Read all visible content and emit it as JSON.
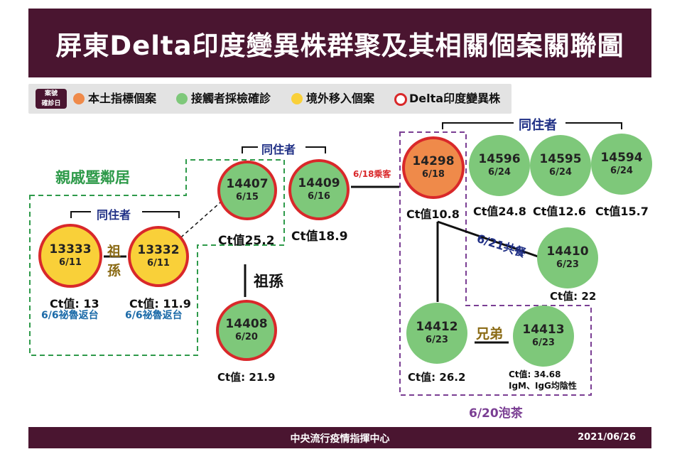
{
  "title": "屏東Delta印度變異株群聚及其相關個案關聯圖",
  "legend": {
    "key_line1": "案號",
    "key_line2": "確診日",
    "items": [
      {
        "label": "本土指標個案",
        "color": "#ef8a4a"
      },
      {
        "label": "接觸者採檢確診",
        "color": "#7ec87a"
      },
      {
        "label": "境外移入個案",
        "color": "#f9d039"
      },
      {
        "label": "Delta印度變異株",
        "color": "#d9282a"
      }
    ]
  },
  "groups": {
    "relatives": "親戚暨鄰居",
    "cohabit_left": "同住者",
    "cohabit_mid": "同住者",
    "cohabit_right": "同住者",
    "tea": "6/20泡茶"
  },
  "relations": {
    "grand_a": "祖",
    "grand_b": "孫",
    "grandparent_child": "祖孫",
    "flight": "6/18乘客",
    "meal": "6/21共餐",
    "brothers": "兄弟"
  },
  "cases": {
    "c13333": {
      "id": "13333",
      "date": "6/11",
      "ct": "Ct值: 13",
      "note": "6/6祕魯返台"
    },
    "c13332": {
      "id": "13332",
      "date": "6/11",
      "ct": "Ct值: 11.9",
      "note": "6/6祕魯返台"
    },
    "c14407": {
      "id": "14407",
      "date": "6/15",
      "ct": "Ct值25.2"
    },
    "c14409": {
      "id": "14409",
      "date": "6/16",
      "ct": "Ct值18.9"
    },
    "c14408": {
      "id": "14408",
      "date": "6/20",
      "ct": "Ct值: 21.9"
    },
    "c14298": {
      "id": "14298",
      "date": "6/18",
      "ct": "Ct值10.8"
    },
    "c14596": {
      "id": "14596",
      "date": "6/24",
      "ct": "Ct值24.8"
    },
    "c14595": {
      "id": "14595",
      "date": "6/24",
      "ct": "Ct值12.6"
    },
    "c14594": {
      "id": "14594",
      "date": "6/24",
      "ct": "Ct值15.7"
    },
    "c14410": {
      "id": "14410",
      "date": "6/23",
      "ct": "Ct值: 22"
    },
    "c14412": {
      "id": "14412",
      "date": "6/23",
      "ct": "Ct值: 26.2"
    },
    "c14413": {
      "id": "14413",
      "date": "6/23",
      "ct": "Ct值: 34.68",
      "note": "IgM、IgG均陰性"
    }
  },
  "footer": {
    "org": "中央流行疫情指揮中心",
    "date": "2021/06/26"
  }
}
